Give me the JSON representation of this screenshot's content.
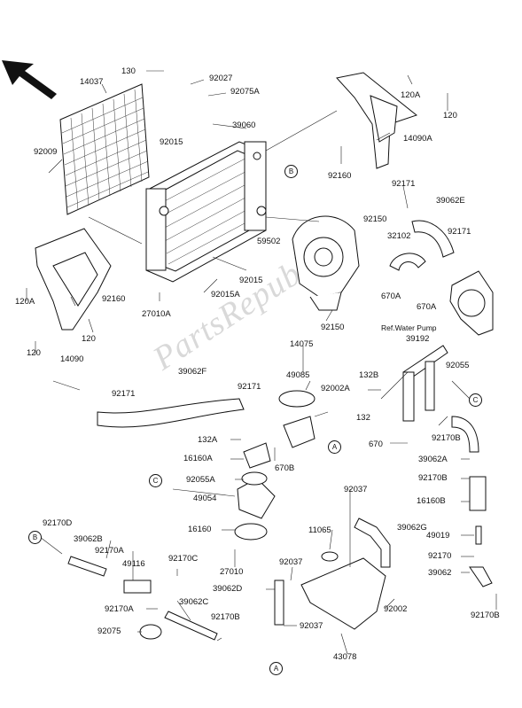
{
  "diagram": {
    "watermark": "PartsRepublik",
    "ref_note": "Ref.Water Pump",
    "labels": [
      {
        "id": "l130",
        "text": "130"
      },
      {
        "id": "l92027",
        "text": "92027"
      },
      {
        "id": "l92075A",
        "text": "92075A"
      },
      {
        "id": "l14037",
        "text": "14037"
      },
      {
        "id": "l39060",
        "text": "39060"
      },
      {
        "id": "l120A_r",
        "text": "120A"
      },
      {
        "id": "l120_r",
        "text": "120"
      },
      {
        "id": "l14090A",
        "text": "14090A"
      },
      {
        "id": "l92015_t",
        "text": "92015"
      },
      {
        "id": "l92009",
        "text": "92009"
      },
      {
        "id": "l92160_r",
        "text": "92160"
      },
      {
        "id": "l92171_a",
        "text": "92171"
      },
      {
        "id": "l39062E",
        "text": "39062E"
      },
      {
        "id": "l92150_a",
        "text": "92150"
      },
      {
        "id": "l92171_b",
        "text": "92171"
      },
      {
        "id": "l32102",
        "text": "32102"
      },
      {
        "id": "l59502",
        "text": "59502"
      },
      {
        "id": "l670A_a",
        "text": "670A"
      },
      {
        "id": "l670A_b",
        "text": "670A"
      },
      {
        "id": "l92015_b",
        "text": "92015"
      },
      {
        "id": "l92015A",
        "text": "92015A"
      },
      {
        "id": "l120A_l",
        "text": "120A"
      },
      {
        "id": "l92160_l",
        "text": "92160"
      },
      {
        "id": "l27010A",
        "text": "27010A"
      },
      {
        "id": "l120_l1",
        "text": "120"
      },
      {
        "id": "l120_l2",
        "text": "120"
      },
      {
        "id": "l14090",
        "text": "14090"
      },
      {
        "id": "l92150_b",
        "text": "92150"
      },
      {
        "id": "l14075",
        "text": "14075"
      },
      {
        "id": "l39192",
        "text": "39192"
      },
      {
        "id": "l39062F",
        "text": "39062F"
      },
      {
        "id": "l49085",
        "text": "49085"
      },
      {
        "id": "l132B",
        "text": "132B"
      },
      {
        "id": "l92055",
        "text": "92055"
      },
      {
        "id": "l92171_c",
        "text": "92171"
      },
      {
        "id": "l92171_d",
        "text": "92171"
      },
      {
        "id": "l92002A",
        "text": "92002A"
      },
      {
        "id": "l132",
        "text": "132"
      },
      {
        "id": "l670",
        "text": "670"
      },
      {
        "id": "l92170B_a",
        "text": "92170B"
      },
      {
        "id": "l132A",
        "text": "132A"
      },
      {
        "id": "l16160A",
        "text": "16160A"
      },
      {
        "id": "l670B",
        "text": "670B"
      },
      {
        "id": "l39062A",
        "text": "39062A"
      },
      {
        "id": "l92055A",
        "text": "92055A"
      },
      {
        "id": "l92170B_b",
        "text": "92170B"
      },
      {
        "id": "l49054",
        "text": "49054"
      },
      {
        "id": "l16160B",
        "text": "16160B"
      },
      {
        "id": "l16160",
        "text": "16160"
      },
      {
        "id": "l92037_a",
        "text": "92037"
      },
      {
        "id": "l92170D",
        "text": "92170D"
      },
      {
        "id": "l39062B",
        "text": "39062B"
      },
      {
        "id": "l39062G",
        "text": "39062G"
      },
      {
        "id": "l11065",
        "text": "11065"
      },
      {
        "id": "l49019",
        "text": "49019"
      },
      {
        "id": "l92170A_a",
        "text": "92170A"
      },
      {
        "id": "l49116",
        "text": "49116"
      },
      {
        "id": "l92170C",
        "text": "92170C"
      },
      {
        "id": "l27010",
        "text": "27010"
      },
      {
        "id": "l92170",
        "text": "92170"
      },
      {
        "id": "l92037_b",
        "text": "92037"
      },
      {
        "id": "l39062",
        "text": "39062"
      },
      {
        "id": "l39062D",
        "text": "39062D"
      },
      {
        "id": "l92170A_b",
        "text": "92170A"
      },
      {
        "id": "l39062C",
        "text": "39062C"
      },
      {
        "id": "l92002",
        "text": "92002"
      },
      {
        "id": "l92075",
        "text": "92075"
      },
      {
        "id": "l92170B_c",
        "text": "92170B"
      },
      {
        "id": "l92037_c",
        "text": "92037"
      },
      {
        "id": "l43078",
        "text": "43078"
      },
      {
        "id": "l92170B_d",
        "text": "92170B"
      }
    ],
    "callouts": [
      {
        "id": "cB1",
        "text": "B"
      },
      {
        "id": "cA1",
        "text": "A"
      },
      {
        "id": "cC1",
        "text": "C"
      },
      {
        "id": "cC2",
        "text": "C"
      },
      {
        "id": "cB2",
        "text": "B"
      },
      {
        "id": "cA2",
        "text": "A"
      }
    ]
  }
}
